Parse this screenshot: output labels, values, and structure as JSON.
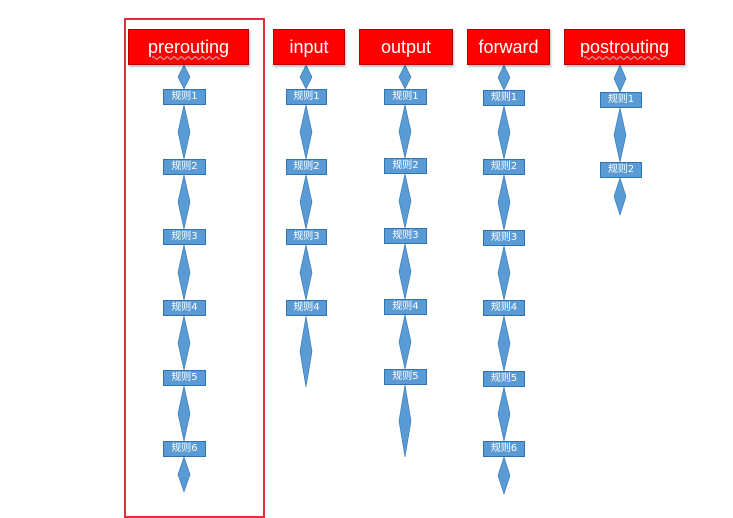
{
  "colors": {
    "chain_fill": "#ff0000",
    "chain_border": "#b80000",
    "rule_fill": "#5b9bd5",
    "rule_border": "#2e75b6",
    "connector_fill": "#5b9bd5",
    "highlight_border": "#e0303a"
  },
  "highlighted_chain": "prerouting",
  "chains": [
    {
      "name": "prerouting",
      "rules": [
        "规则1",
        "规则2",
        "规则3",
        "规则4",
        "规则5",
        "规则6"
      ]
    },
    {
      "name": "input",
      "rules": [
        "规则1",
        "规则2",
        "规则3",
        "规则4"
      ]
    },
    {
      "name": "output",
      "rules": [
        "规则1",
        "规则2",
        "规则3",
        "规则4",
        "规则5"
      ]
    },
    {
      "name": "forward",
      "rules": [
        "规则1",
        "规则2",
        "规则3",
        "规则4",
        "规则5",
        "规则6"
      ]
    },
    {
      "name": "postrouting",
      "rules": [
        "规则1",
        "规则2"
      ]
    }
  ]
}
